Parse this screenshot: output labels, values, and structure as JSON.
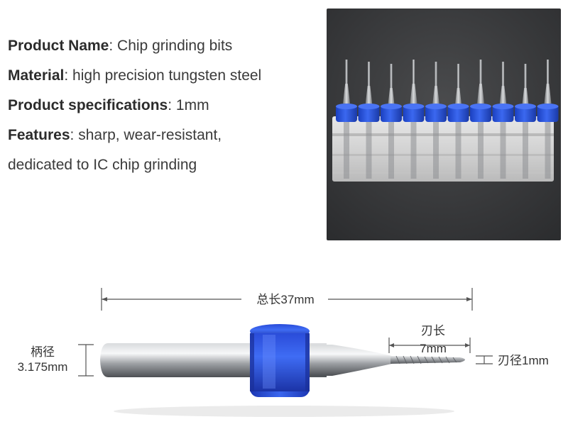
{
  "specs": [
    {
      "key": "Product Name",
      "sep": ": ",
      "value": "Chip grinding bits"
    },
    {
      "key": "Material",
      "sep": ": ",
      "value": "high precision tungsten steel"
    },
    {
      "key": "Product specifications",
      "sep": ": ",
      "value": "1mm"
    },
    {
      "key": "Features",
      "sep": ": ",
      "value": "sharp, wear-resistant,"
    },
    {
      "key": "",
      "sep": "",
      "value": "dedicated to IC chip grinding"
    }
  ],
  "diagram": {
    "total_length": "总长37mm",
    "shank_label": "柄径",
    "shank_value": "3.175mm",
    "blade_length_label": "刃长",
    "blade_length_value": "7mm",
    "blade_dia": "刃径1mm"
  },
  "colors": {
    "collar_blue": "#2b55d6",
    "photo_bg": "#3c3d3f",
    "shank_steel": "#a7aaad"
  }
}
